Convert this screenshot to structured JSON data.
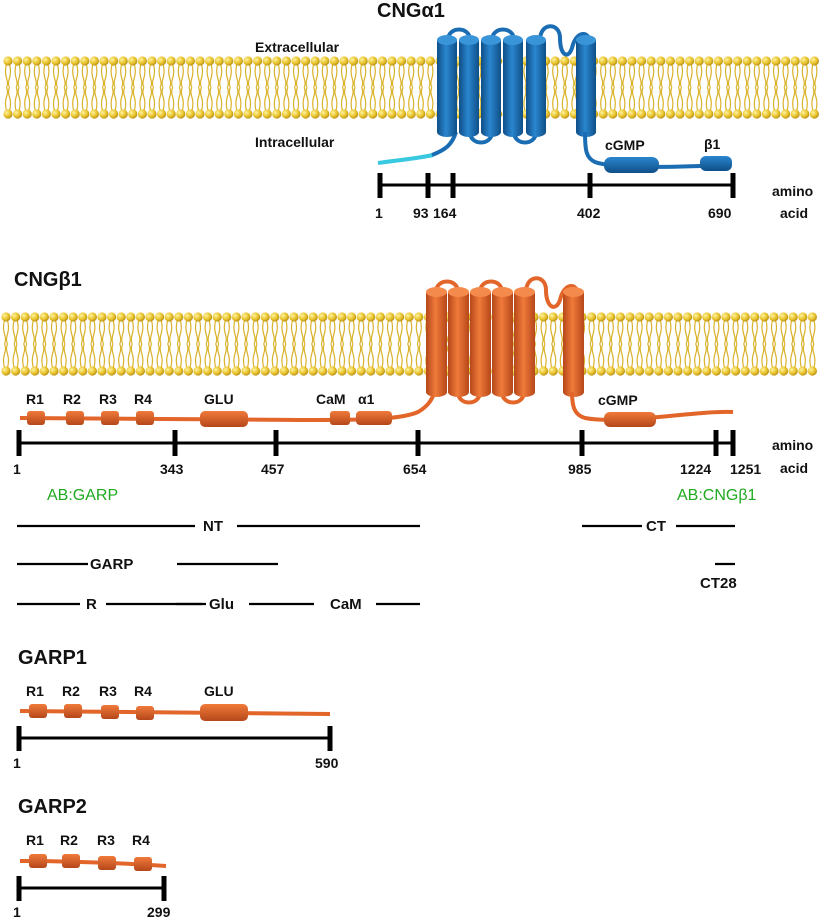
{
  "colors": {
    "alpha_helix": "#1b6db3",
    "alpha_dark": "#0f4f87",
    "alpha_nterm": "#38c8e0",
    "beta_helix": "#e2652a",
    "beta_dark": "#b5471a",
    "lipid_head": "#e8c22a",
    "ab_label": "#1faa1f"
  },
  "cnga1": {
    "title_main": "CNG",
    "title_greek": "α",
    "title_suffix": "1",
    "extracellular": "Extracellular",
    "intracellular": "Intracellular",
    "domain_cgmp": "cGMP",
    "domain_b1": "β1",
    "axis_unit_line1": "amino",
    "axis_unit_line2": "acid",
    "ticks": [
      "1",
      "93",
      "164",
      "402",
      "690"
    ]
  },
  "cngb1": {
    "title_main": "CNG",
    "title_greek": "β",
    "title_suffix": "1",
    "repeats": [
      "R1",
      "R2",
      "R3",
      "R4"
    ],
    "domain_glu": "GLU",
    "domain_cam": "CaM",
    "domain_a1": "α1",
    "domain_cgmp": "cGMP",
    "axis_unit_line1": "amino",
    "axis_unit_line2": "acid",
    "ticks": [
      "1",
      "343",
      "457",
      "654",
      "985",
      "1224",
      "1251"
    ],
    "ab_garp": "AB:GARP",
    "ab_cngb1": "AB:CNGβ1",
    "fragments": {
      "nt": "NT",
      "ct": "CT",
      "garp": "GARP",
      "ct28": "CT28",
      "r": "R",
      "glu": "Glu",
      "cam": "CaM"
    }
  },
  "garp1": {
    "title": "GARP1",
    "repeats": [
      "R1",
      "R2",
      "R3",
      "R4"
    ],
    "domain_glu": "GLU",
    "ticks": [
      "1",
      "590"
    ]
  },
  "garp2": {
    "title": "GARP2",
    "repeats": [
      "R1",
      "R2",
      "R3",
      "R4"
    ],
    "ticks": [
      "1",
      "299"
    ]
  }
}
